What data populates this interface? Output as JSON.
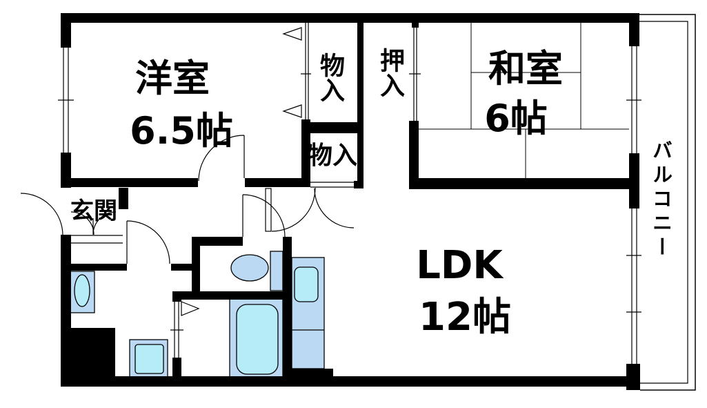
{
  "floorplan": {
    "type": "japanese-apartment-madori",
    "rooms": {
      "western_room": {
        "label": "洋室",
        "size": "6.5帖"
      },
      "japanese_room": {
        "label": "和室",
        "size": "6帖"
      },
      "ldk": {
        "label": "LDK",
        "size": "12帖"
      },
      "entrance": {
        "label": "玄関"
      },
      "storage_top": {
        "label": "物入"
      },
      "futon_closet": {
        "label": "押入"
      },
      "storage_lower": {
        "label": "物入"
      },
      "balcony": {
        "label": "バルコニー"
      }
    },
    "fixtures": [
      "toilet",
      "toilet-tank",
      "bathtub",
      "kitchen-counter",
      "kitchen-sink",
      "vanity-basin",
      "washing-machine-pan"
    ],
    "colors": {
      "wall": "#000000",
      "background": "#ffffff",
      "fixture_fill": "#bcd9f3",
      "fixture_inner": "#b5ecf8",
      "line": "#000000"
    }
  }
}
